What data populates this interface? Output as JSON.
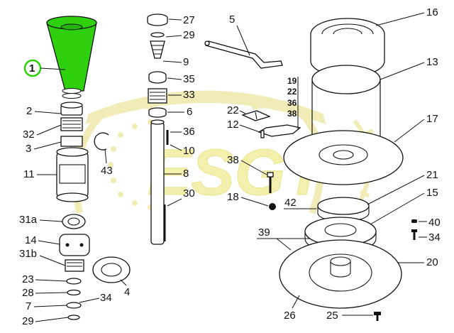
{
  "watermark": {
    "text": "ESGT",
    "color": "#f3efa8",
    "star_color": "#f1ecb4"
  },
  "highlight": {
    "color": "#2fd10f",
    "label": "1"
  },
  "labels": {
    "l1": "1",
    "l2": "2",
    "l32": "32",
    "l3": "3",
    "l11": "11",
    "l43": "43",
    "l31a": "31a",
    "l14": "14",
    "l31b": "31b",
    "l23": "23",
    "l28": "28",
    "l34a": "34",
    "l4": "4",
    "l7": "7",
    "l29a": "29",
    "l27": "27",
    "l29b": "29",
    "l9": "9",
    "l35": "35",
    "l33": "33",
    "l6": "6",
    "l36a": "36",
    "l10": "10",
    "l8": "8",
    "l30": "30",
    "l5": "5",
    "l19": "19",
    "l22a": "22",
    "l36b": "36",
    "l38a": "38",
    "l22b": "22",
    "l12": "12",
    "l38b": "38",
    "l18": "18",
    "l42": "42",
    "l39": "39",
    "l16": "16",
    "l13": "13",
    "l17": "17",
    "l21": "21",
    "l15": "15",
    "l40": "40",
    "l34b": "34",
    "l20": "20",
    "l26": "26",
    "l25": "25"
  }
}
